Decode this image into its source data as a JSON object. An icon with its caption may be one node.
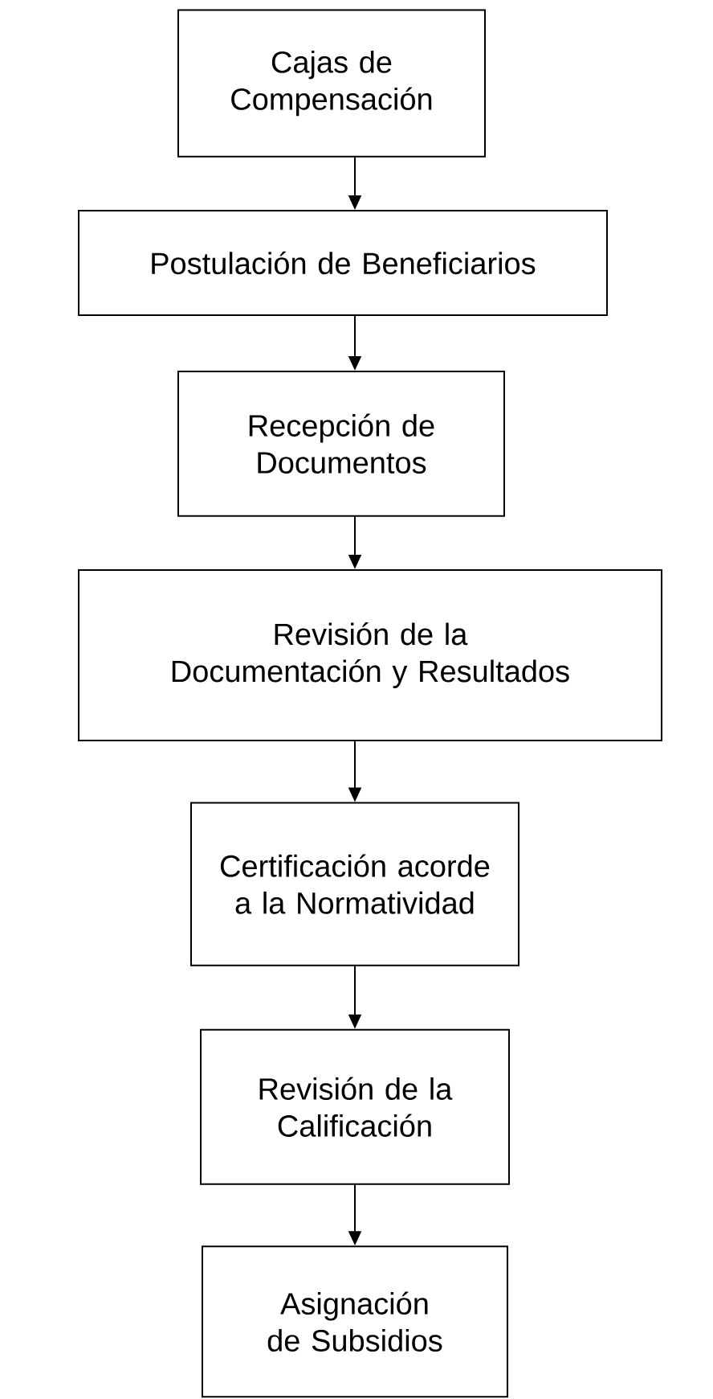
{
  "diagram": {
    "nodes": [
      {
        "text": [
          "Cajas de Compensación"
        ]
      },
      {
        "text": [
          "Postulación de Beneficiarios"
        ]
      },
      {
        "text": [
          "Recepción de Documentos"
        ]
      },
      {
        "text": [
          "Revisión de la Documentación y Resultados"
        ]
      },
      {
        "text": [
          "Certificación acorde a la Normatividad"
        ]
      },
      {
        "text": [
          "Revisión de la Calificación"
        ]
      },
      {
        "text": [
          "Asignación de Subsidios"
        ]
      }
    ],
    "edges": [
      {
        "from": 0,
        "to": 1,
        "arrow": "to"
      },
      {
        "from": 1,
        "to": 2,
        "arrow": "to"
      },
      {
        "from": 2,
        "to": 3,
        "arrow": "to"
      },
      {
        "from": 3,
        "to": 4,
        "arrow": "to"
      },
      {
        "from": 4,
        "to": 5,
        "arrow": "to"
      },
      {
        "from": 5,
        "to": 6,
        "arrow": "to"
      }
    ]
  }
}
